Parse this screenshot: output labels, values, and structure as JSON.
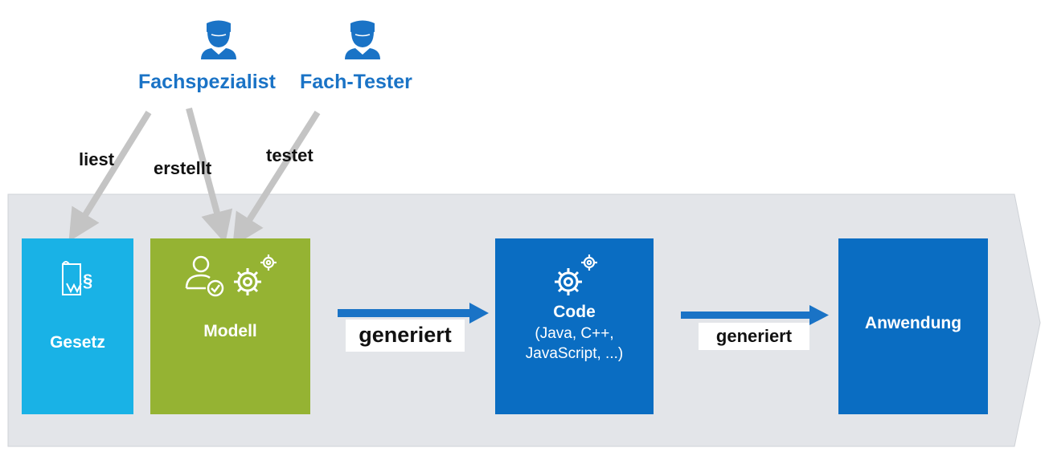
{
  "actors": {
    "fachspezialist": "Fachspezialist",
    "fach_tester": "Fach-Tester"
  },
  "relations": {
    "liest": "liest",
    "erstellt": "erstellt",
    "testet": "testet"
  },
  "boxes": {
    "gesetz": "Gesetz",
    "modell": "Modell",
    "code_title": "Code",
    "code_line1": "(Java, C++,",
    "code_line2": "JavaScript, ...)",
    "anwendung": "Anwendung"
  },
  "arrows": {
    "generiert_1": "generiert",
    "generiert_2": "generiert"
  },
  "colors": {
    "band": "#e3e5e9",
    "gesetz": "#19b2e6",
    "modell": "#95b333",
    "code": "#0a6dc2",
    "anwendung": "#0a6dc2",
    "actor": "#1a73c6",
    "connector": "#c4c4c4",
    "arrow": "#1a73c6"
  }
}
